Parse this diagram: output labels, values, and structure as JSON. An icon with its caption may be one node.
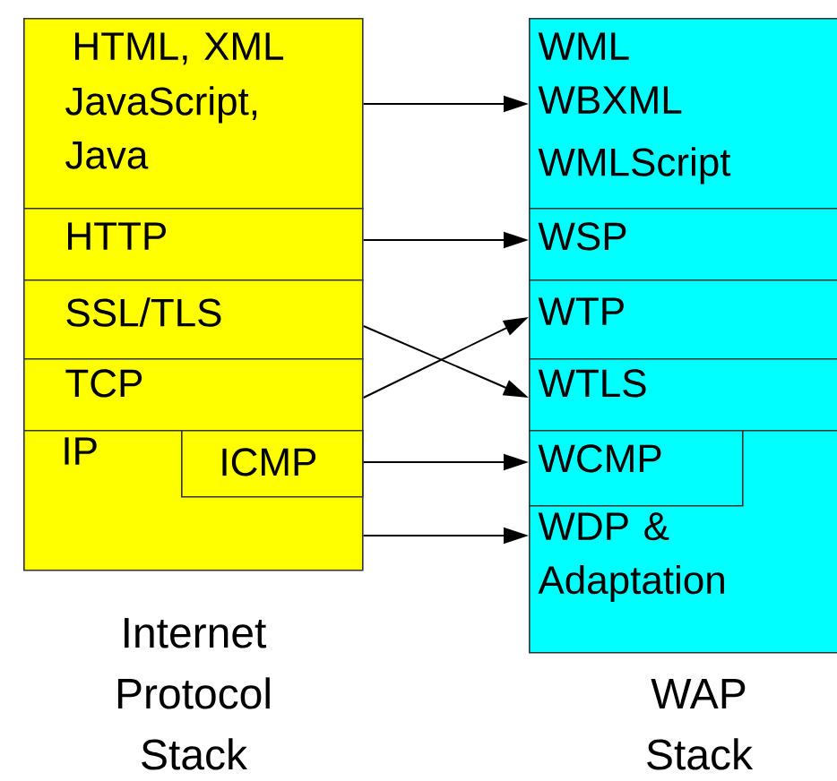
{
  "diagram": {
    "nodes": [
      {
        "text": [
          "HTML, XML",
          "JavaScript, Java"
        ]
      },
      {
        "text": [
          "HTTP"
        ]
      },
      {
        "text": [
          "SSL/TLS"
        ]
      },
      {
        "text": [
          "TCP"
        ]
      },
      {
        "text": [
          "IP"
        ]
      },
      {
        "text": [
          "ICMP"
        ],
        "in": 4
      },
      {
        "text": [
          "WML",
          "WBXML",
          "WMLScript"
        ]
      },
      {
        "text": [
          "WSP"
        ]
      },
      {
        "text": [
          "WTP"
        ]
      },
      {
        "text": [
          "WTLS"
        ]
      },
      {
        "text": [
          "WDP & Adaptation"
        ]
      },
      {
        "text": [
          "WCMP"
        ],
        "in": 10
      }
    ],
    "edges": [
      {
        "from": 0,
        "to": 6,
        "arrow": "to"
      },
      {
        "from": 1,
        "to": 7,
        "arrow": "to"
      },
      {
        "from": 2,
        "to": 9,
        "arrow": "to"
      },
      {
        "from": 3,
        "to": 8,
        "arrow": "to"
      },
      {
        "from": 5,
        "to": 11,
        "arrow": "to"
      },
      {
        "from": 4,
        "to": 10,
        "arrow": "to"
      }
    ],
    "labels": [
      "Internet Protocol Stack",
      "WAP Stack"
    ]
  }
}
